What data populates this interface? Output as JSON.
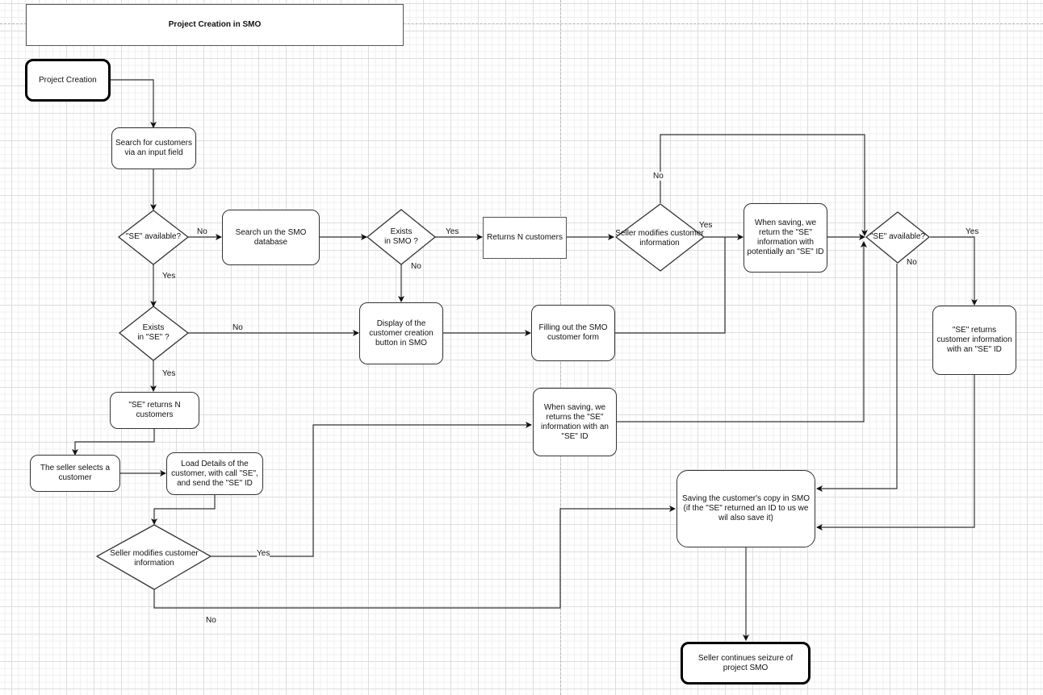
{
  "diagram": {
    "title": "Project Creation in  SMO",
    "nodes": {
      "start": "Project Creation",
      "search_customers": "Search for customers via an input field",
      "se_available_1": "\"SE\" available?",
      "search_smo_db": "Search un the SMO database",
      "exists_in_smo": "Exists\nin SMO ?",
      "returns_n_customers": "Returns N customers",
      "seller_modifies_1": "Seller modifies customer information",
      "when_saving_potentially": "When saving, we return the \"SE\" information with potentially an \"SE\" ID",
      "se_available_2": "\"SE\" available?",
      "exists_in_se": "Exists\nin \"SE\" ?",
      "display_creation_button": "Display of the customer creation button in SMO",
      "filling_form": "Filling out the SMO customer form",
      "se_returns_customer_info": "\"SE\" returns customer information with an \"SE\" ID",
      "se_returns_n_customers": "\"SE\" returns N customers",
      "when_saving_with_id": "When saving, we returns the \"SE\" information with an \"SE\" ID",
      "seller_selects": "The seller selects a customer",
      "load_details": "Load Details of the customer, with call \"SE\", and send the \"SE\" ID",
      "saving_copy": "Saving the customer's copy in SMO (if the \"SE\" returned an ID to us we wil also save it)",
      "seller_modifies_2": "Seller modifies customer information",
      "seller_continues": "Seller continues seizure of project SMO"
    },
    "edge_labels": {
      "se1_no": "No",
      "se1_yes": "Yes",
      "smo_yes": "Yes",
      "smo_no": "No",
      "mod1_no": "No",
      "mod1_yes": "Yes",
      "se2_yes": "Yes",
      "se2_no": "No",
      "exse_no": "No",
      "exse_yes": "Yes",
      "mod2_yes": "Yes",
      "mod2_no": "No"
    },
    "colors": {
      "stroke": "#333333",
      "grid_major": "#dedede",
      "grid_minor": "#f1f1f1",
      "background": "#ffffff"
    }
  }
}
